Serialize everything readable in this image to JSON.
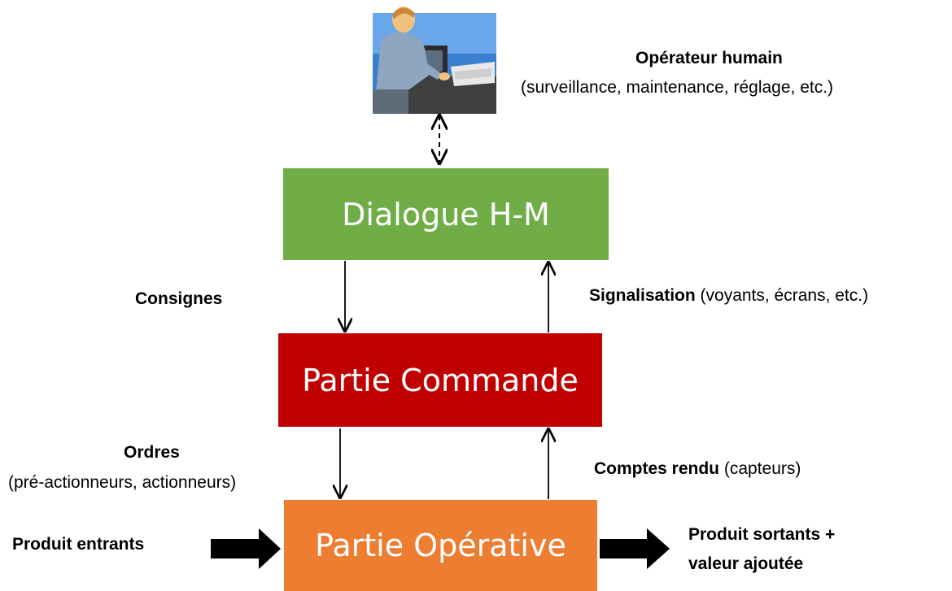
{
  "colors": {
    "dialogue": "#70ad47",
    "commande": "#c00000",
    "operative": "#ed7d31",
    "arrow": "#000000"
  },
  "operator": {
    "title": "Opérateur humain",
    "subtitle": "(surveillance, maintenance, réglage, etc.)",
    "picture": "operator-at-workstation-clipart"
  },
  "blocks": {
    "dialogue": "Dialogue H-M",
    "commande": "Partie Commande",
    "operative": "Partie Opérative"
  },
  "labels": {
    "consignes": "Consignes",
    "signalisation_bold": "Signalisation",
    "signalisation_rest": " (voyants, écrans, etc.)",
    "ordres": "Ordres",
    "ordres_detail": "(pré-actionneurs, actionneurs)",
    "comptes_bold": "Comptes rendu",
    "comptes_rest": " (capteurs)",
    "input": "Produit entrants",
    "output_line1": "Produit sortants +",
    "output_line2": "valeur ajoutée"
  }
}
